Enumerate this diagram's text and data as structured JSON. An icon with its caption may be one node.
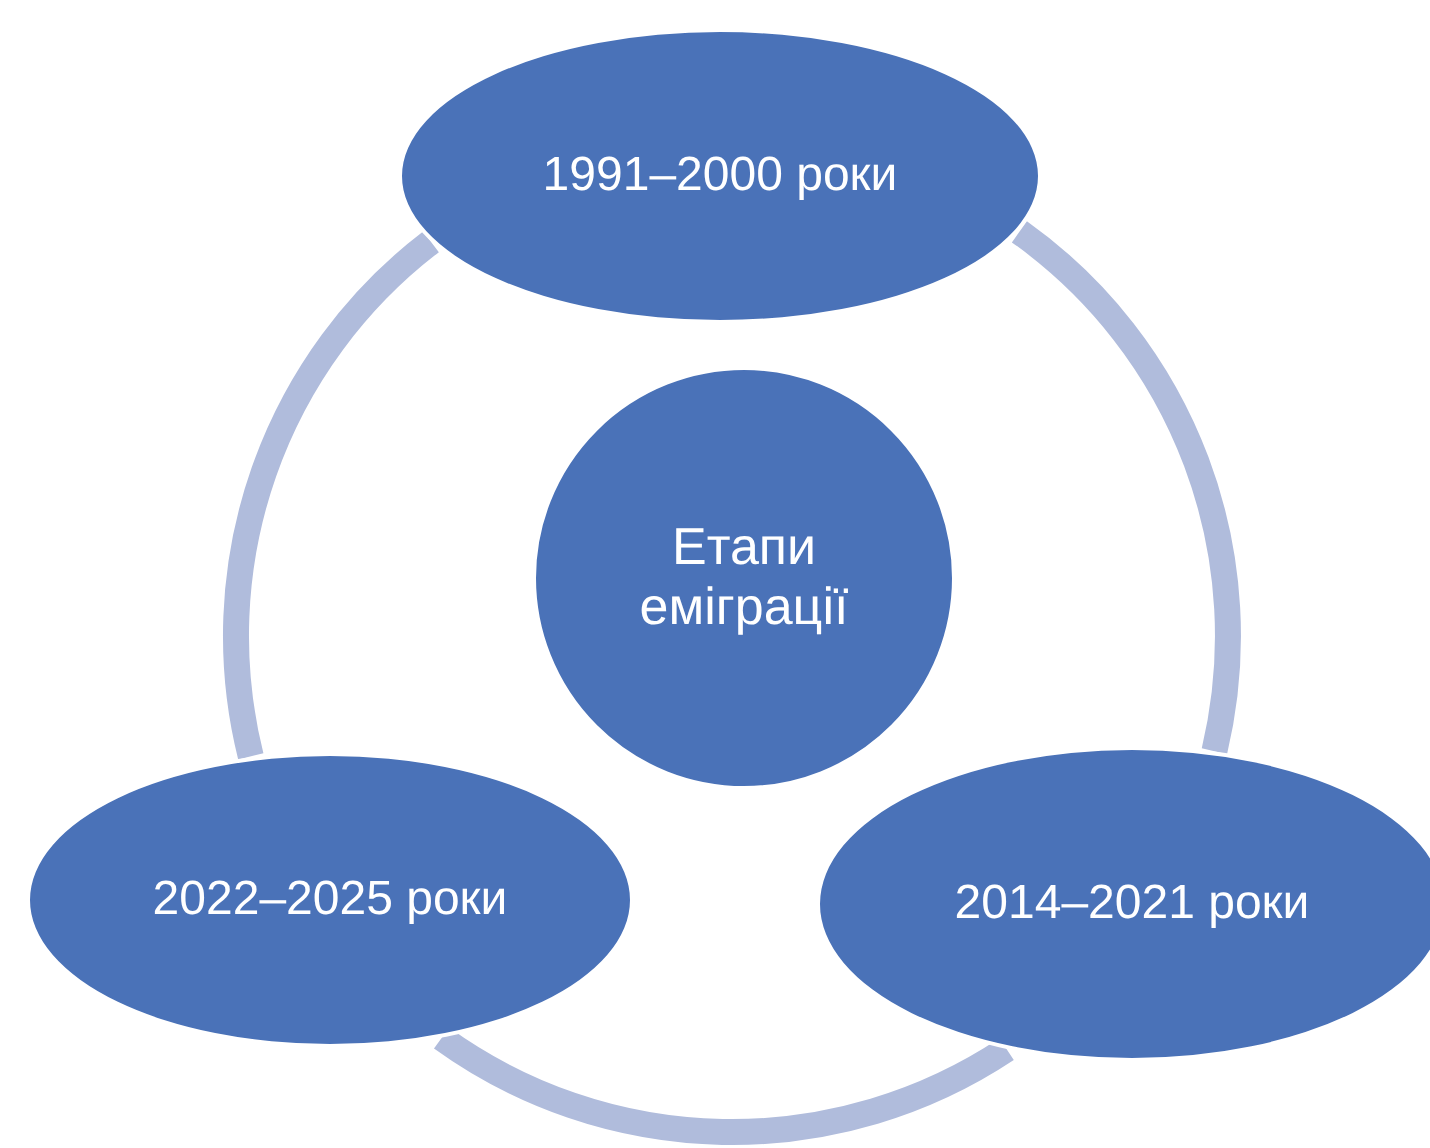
{
  "diagram": {
    "nodes": [
      {
        "text": [
          "1991–2000 роки"
        ]
      },
      {
        "text": [
          "Етапи еміграції"
        ]
      },
      {
        "text": [
          "2022–2025 роки"
        ]
      },
      {
        "text": [
          "2014–2021 роки"
        ]
      }
    ],
    "edges": [
      {
        "from": 0,
        "to": 3,
        "arrow": "none"
      },
      {
        "from": 3,
        "to": 2,
        "arrow": "none"
      },
      {
        "from": 2,
        "to": 0,
        "arrow": "none"
      }
    ]
  }
}
